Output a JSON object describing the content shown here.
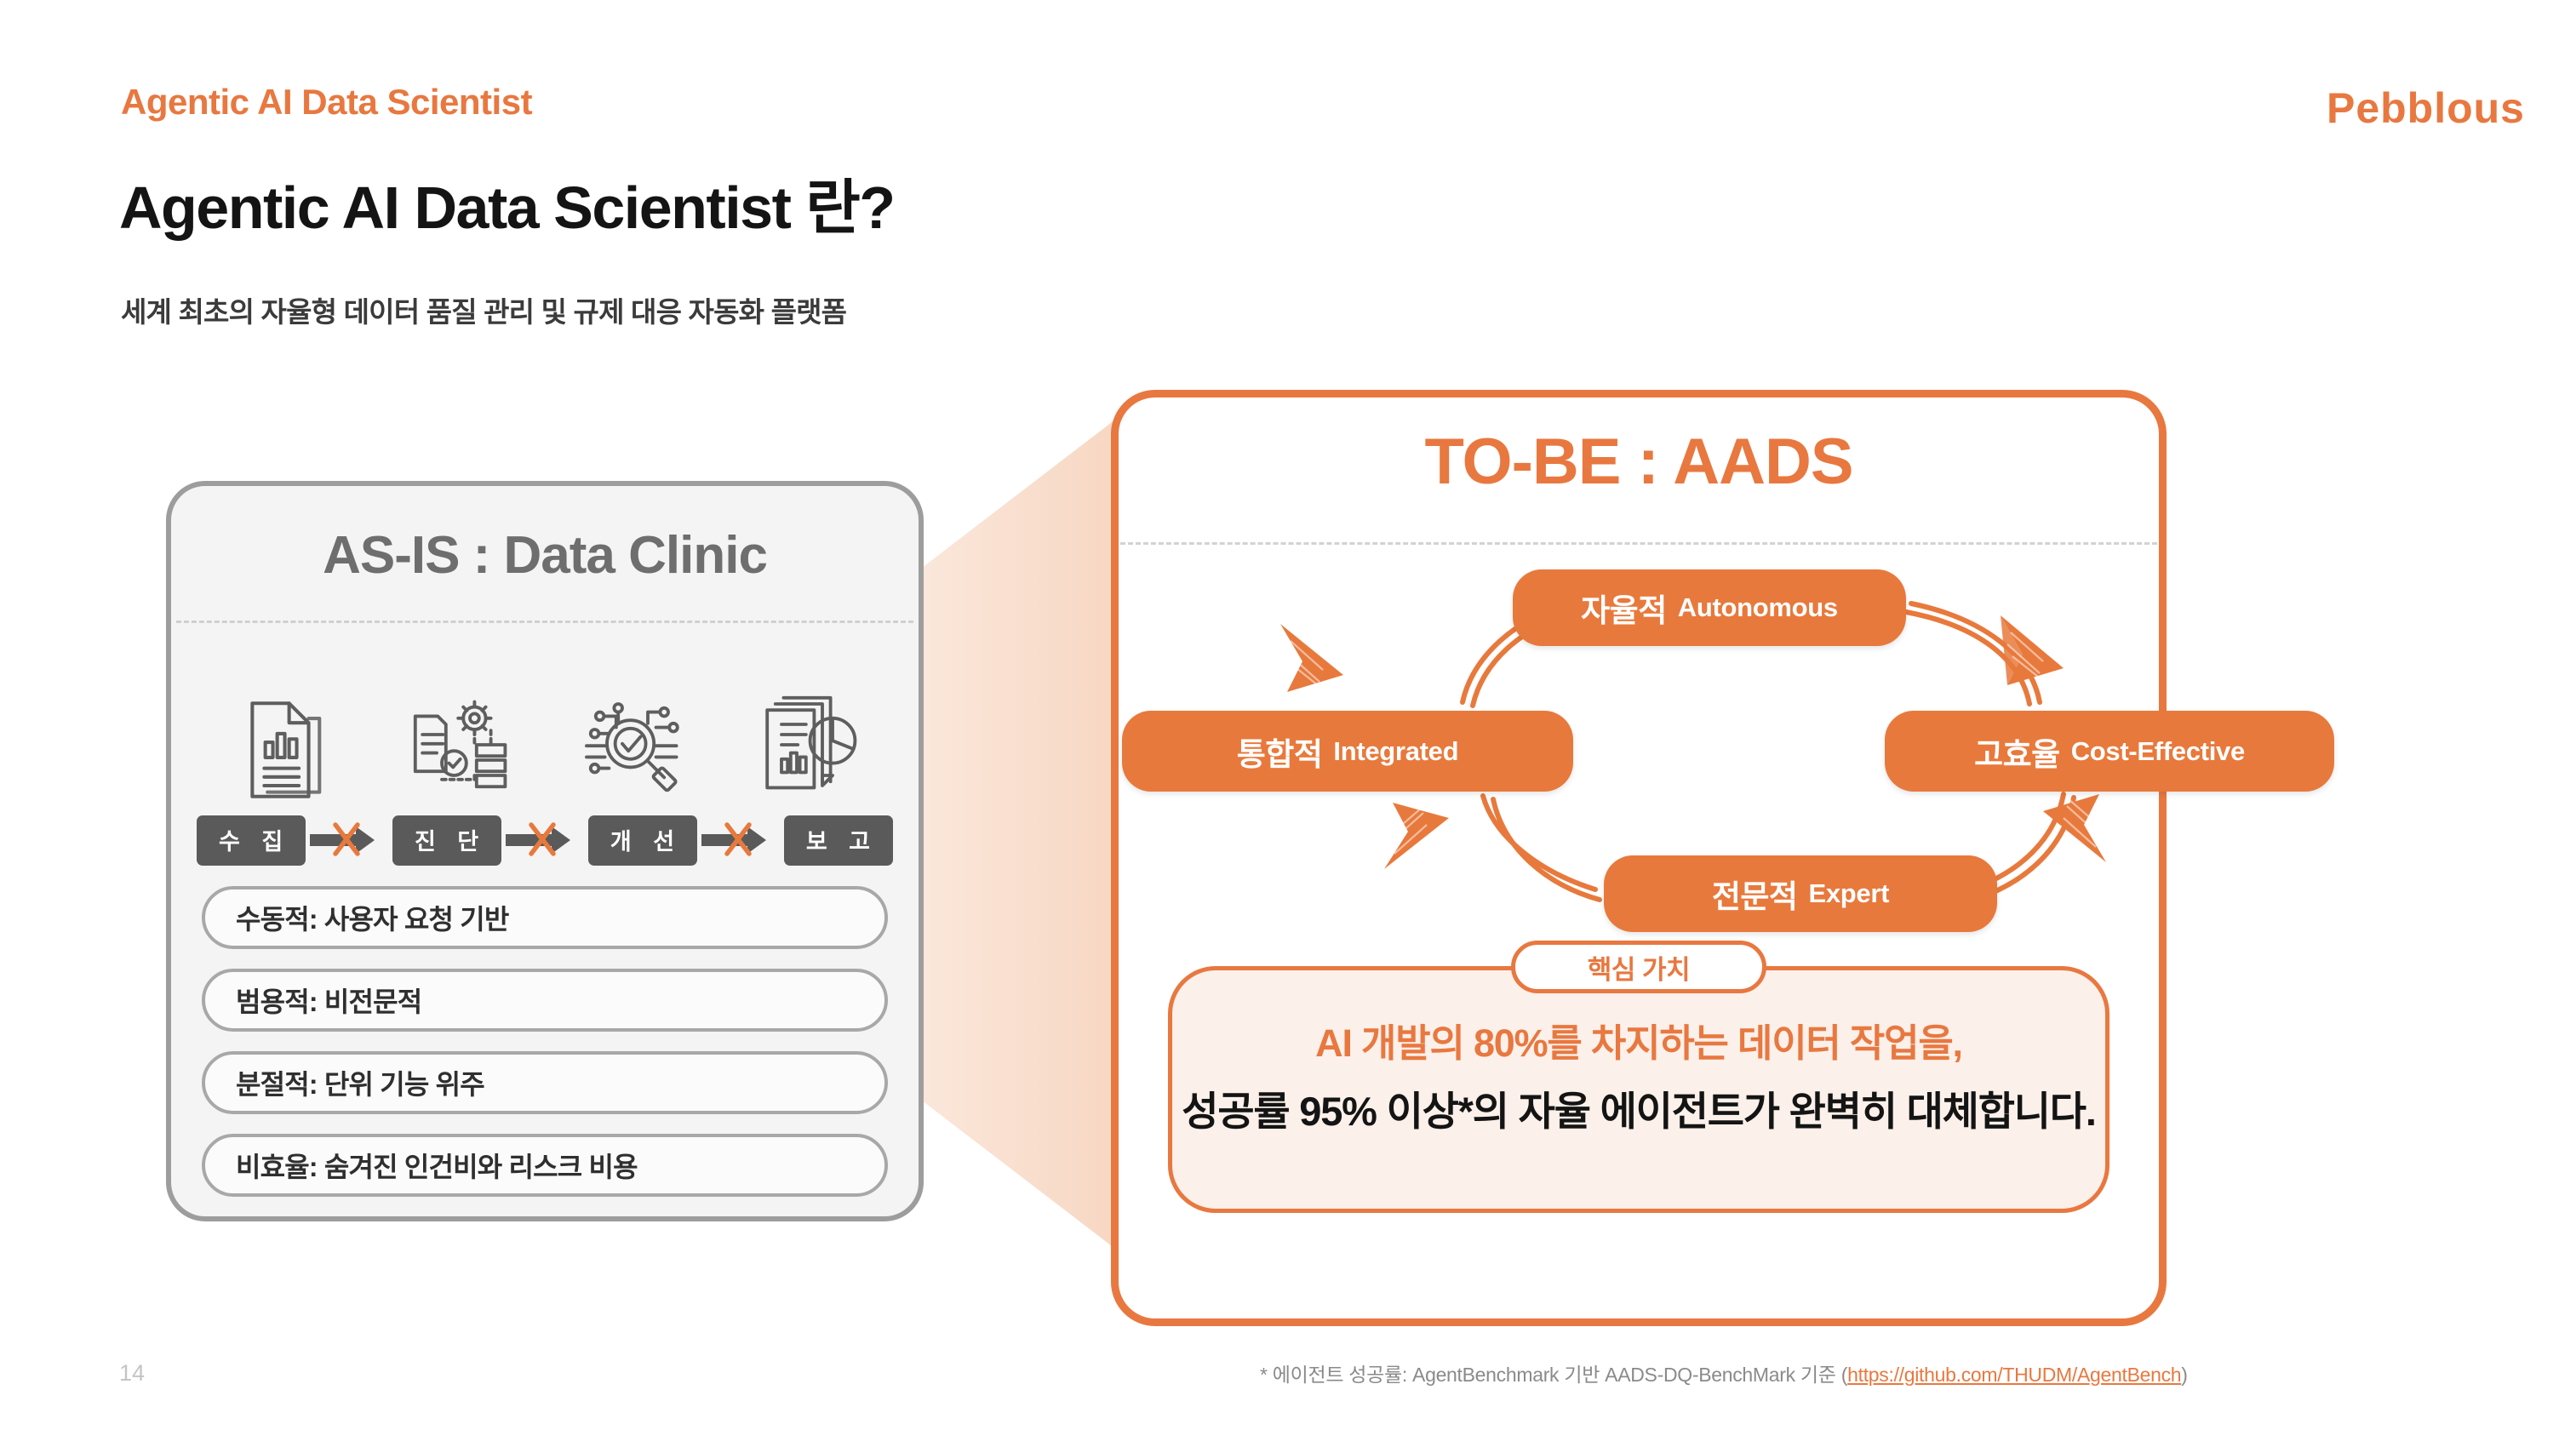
{
  "header": {
    "eyebrow": "Agentic AI Data Scientist",
    "title": "Agentic AI Data Scientist 란?",
    "subtitle": "세계 최초의 자율형 데이터 품질 관리 및 규제 대응 자동화 플랫폼",
    "logo": "Pebblous"
  },
  "asis": {
    "title": "AS-IS : Data Clinic",
    "stages": [
      {
        "label": "수 집",
        "icon": "document-bar-chart-icon"
      },
      {
        "label": "진 단",
        "icon": "gear-document-diagnostic-icon"
      },
      {
        "label": "개 선",
        "icon": "magnifier-check-circuit-icon"
      },
      {
        "label": "보 고",
        "icon": "stacked-report-pie-icon"
      }
    ],
    "arrow_icon": "blocked-arrow-icon",
    "bullets": [
      "수동적: 사용자 요청 기반",
      "범용적: 비전문적",
      "분절적: 단위 기능 위주",
      "비효율: 숨겨진 인건비와 리스크 비용"
    ]
  },
  "tobe": {
    "title": "TO-BE : AADS",
    "cycle": [
      {
        "ko": "자율적",
        "en": "Autonomous"
      },
      {
        "ko": "고효율",
        "en": "Cost-Effective"
      },
      {
        "ko": "전문적",
        "en": "Expert"
      },
      {
        "ko": "통합적",
        "en": "Integrated"
      }
    ],
    "core_badge": "핵심 가치",
    "core_line1": "AI 개발의 80%를 차지하는 데이터 작업을,",
    "core_line2": "성공률 95% 이상*의 자율 에이전트가 완벽히 대체합니다."
  },
  "footer": {
    "page_number": "14",
    "footnote_pre": "* 에이전트 성공률: AgentBenchmark 기반 AADS-DQ-BenchMark 기준 (",
    "footnote_link": "https://github.com/THUDM/AgentBench",
    "footnote_post": ")"
  },
  "colors": {
    "accent": "#E87840",
    "node": "#E8793C",
    "gray_card_border": "#9d9d9d",
    "gray_card_fill": "#F4F4F4",
    "chip": "#5a5a5a",
    "core_fill": "#FBF0EA"
  }
}
